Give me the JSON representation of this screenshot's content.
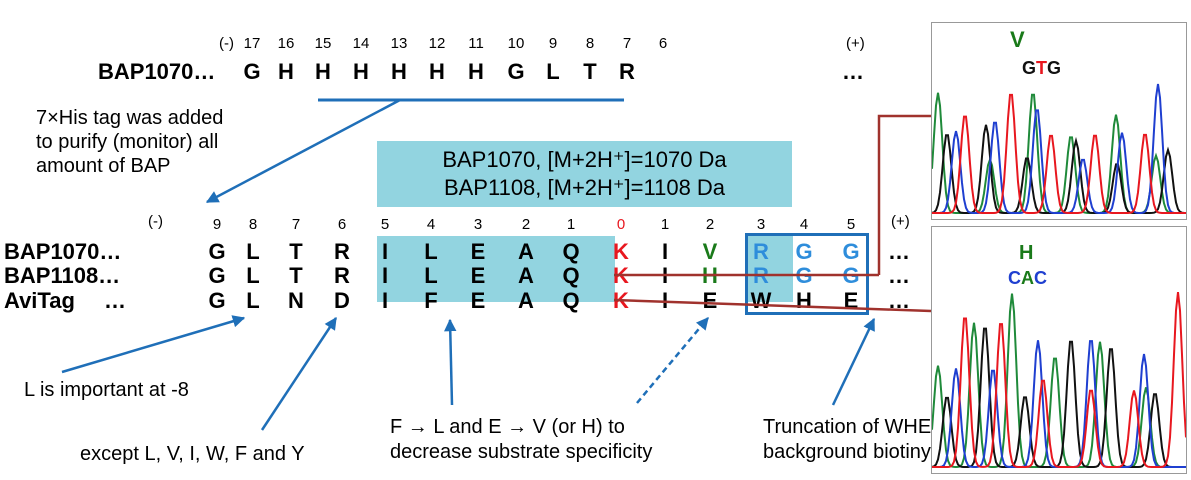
{
  "colors": {
    "red": "#e8171f",
    "green": "#1a7a1a",
    "blue": "#2e8ddb",
    "highlight": "#92d4e0",
    "arrow": "#1f6fb8",
    "maroon": "#a0322d"
  },
  "top": {
    "minus": "(-)",
    "plus": "(+)",
    "numbers": [
      "17",
      "16",
      "15",
      "14",
      "13",
      "12",
      "11",
      "10",
      "9",
      "8",
      "7",
      "6"
    ],
    "label": "BAP1070…",
    "residues": [
      "G",
      "H",
      "H",
      "H",
      "H",
      "H",
      "H",
      "G",
      "L",
      "T",
      "R"
    ],
    "ellipsis": "…"
  },
  "info_box": {
    "line1": "BAP1070, [M+2H⁺]=1070 Da",
    "line2": "BAP1108, [M+2H⁺]=1108 Da"
  },
  "alignment": {
    "minus": "(-)",
    "plus": "(+)",
    "numbers": [
      "9",
      "8",
      "7",
      "6",
      "5",
      "4",
      "3",
      "2",
      "1",
      "0",
      "1",
      "2",
      "3",
      "4",
      "5"
    ],
    "rows": [
      {
        "label": "BAP1070…",
        "residues": [
          "G",
          "L",
          "T",
          "R",
          "I",
          "L",
          "E",
          "A",
          "Q",
          "K",
          "I",
          "V",
          "R",
          "G",
          "G"
        ],
        "end": "…"
      },
      {
        "label": "BAP1108…",
        "residues": [
          "G",
          "L",
          "T",
          "R",
          "I",
          "L",
          "E",
          "A",
          "Q",
          "K",
          "I",
          "H",
          "R",
          "G",
          "G"
        ],
        "end": "…"
      },
      {
        "label": "AviTag",
        "prefix": "…",
        "residues": [
          "G",
          "L",
          "N",
          "D",
          "I",
          "F",
          "E",
          "A",
          "Q",
          "K",
          "I",
          "E",
          "W",
          "H",
          "E"
        ],
        "end": "…"
      }
    ]
  },
  "annotations": {
    "his_tag": [
      "7×His tag was added",
      "to purify (monitor) all",
      "amount of BAP"
    ],
    "leucine": "L  is important at -8",
    "except": "except L, V, I, W, F and Y",
    "substitution": [
      "F → L and E → V (or H) to",
      "decrease substrate specificity"
    ],
    "truncation": [
      "Truncation of WHE reduces",
      "background biotinylation"
    ]
  },
  "chromatograms": [
    {
      "aa": "V",
      "codon": [
        "G",
        "T",
        "G"
      ]
    },
    {
      "aa": "H",
      "codon": [
        "C",
        "A",
        "C"
      ]
    }
  ]
}
